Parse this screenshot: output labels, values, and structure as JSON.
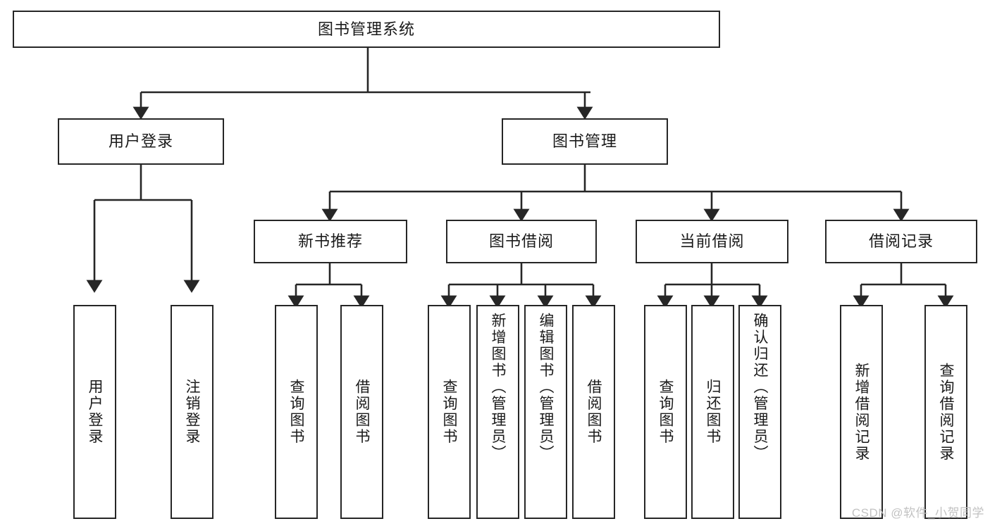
{
  "diagram": {
    "type": "tree",
    "title": "图书管理系统",
    "style": {
      "line_color": "#262626",
      "box_border_color": "#262626",
      "box_fill": "#ffffff",
      "text_color": "#1a1a1a",
      "background": "#ffffff"
    },
    "levels": {
      "root": {
        "label": "图书管理系统"
      },
      "level2": [
        {
          "label": "用户登录"
        },
        {
          "label": "图书管理"
        }
      ],
      "level3": [
        {
          "label": "新书推荐"
        },
        {
          "label": "图书借阅"
        },
        {
          "label": "当前借阅"
        },
        {
          "label": "借阅记录"
        }
      ],
      "leaves": {
        "user_login": [
          {
            "label": "用户登录"
          },
          {
            "label": "注销登录"
          }
        ],
        "new_book_recommend": [
          {
            "label": "查询图书"
          },
          {
            "label": "借阅图书"
          }
        ],
        "book_borrow": [
          {
            "label": "查询图书"
          },
          {
            "label": "新增图书（管理员）"
          },
          {
            "label": "编辑图书（管理员）"
          },
          {
            "label": "借阅图书"
          }
        ],
        "current_borrow": [
          {
            "label": "查询图书"
          },
          {
            "label": "归还图书"
          },
          {
            "label": "确认归还（管理员）"
          }
        ],
        "borrow_record": [
          {
            "label": "新增借阅记录"
          },
          {
            "label": "查询借阅记录"
          }
        ]
      }
    }
  },
  "watermark": {
    "text": "CSDN @软件_小贺同学"
  }
}
